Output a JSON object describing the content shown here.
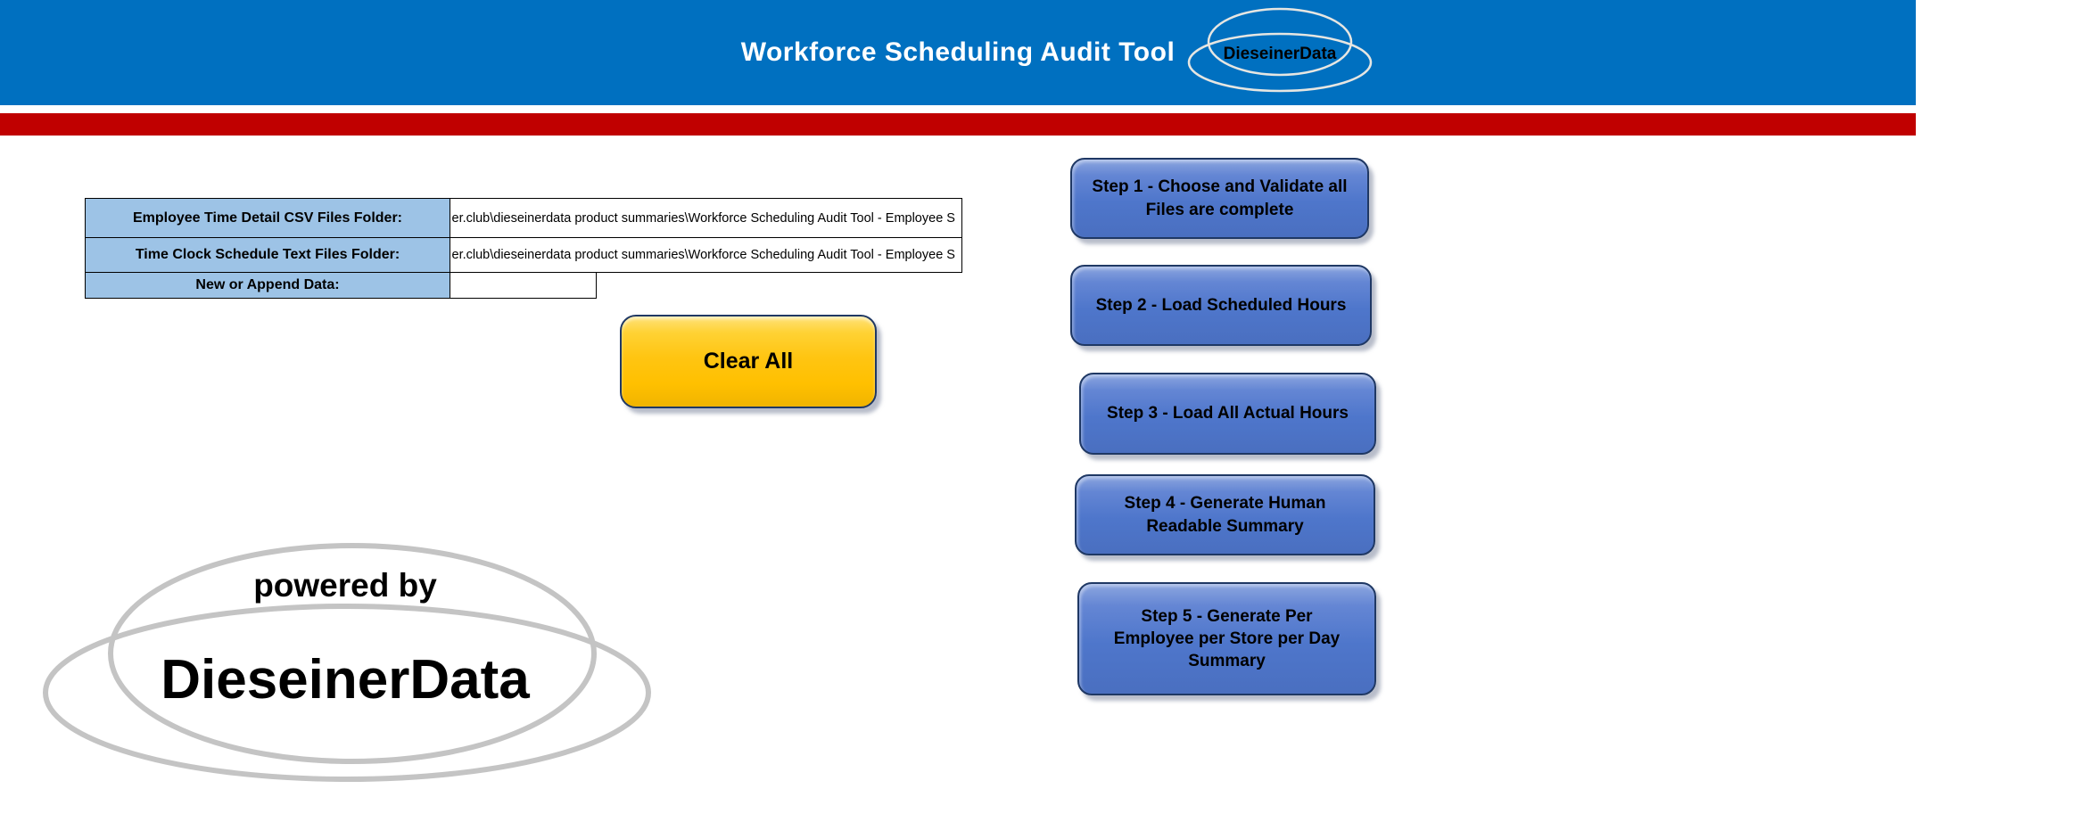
{
  "header": {
    "title": "Workforce Scheduling Audit Tool",
    "logo_text": "DieseinerData"
  },
  "colors": {
    "header_blue": "#0070C0",
    "stripe_red": "#C00000",
    "label_cell_blue": "#9DC3E6",
    "step_button_blue": "#4E76CB",
    "button_border_navy": "#1F3864",
    "clear_button_gold": "#FFC000",
    "logo_ellipse_gray": "#C4C4C4"
  },
  "form": {
    "rows": [
      {
        "label": "Employee Time Detail CSV Files Folder:",
        "value": "er.club\\dieseinerdata product summaries\\Workforce Scheduling Audit Tool - Employee S"
      },
      {
        "label": "Time Clock Schedule Text Files Folder:",
        "value": "er.club\\dieseinerdata product summaries\\Workforce Scheduling Audit Tool - Employee S"
      },
      {
        "label": "New or Append Data:",
        "value": ""
      }
    ]
  },
  "buttons": {
    "clear_all": "Clear All",
    "steps": [
      "Step 1 - Choose and Validate all Files are complete",
      "Step 2 - Load Scheduled Hours",
      "Step 3 - Load All Actual Hours",
      "Step 4 - Generate Human Readable Summary",
      "Step 5 - Generate Per Employee per Store per Day Summary"
    ]
  },
  "footer_logo": {
    "powered_by": "powered by",
    "brand": "DieseinerData"
  }
}
